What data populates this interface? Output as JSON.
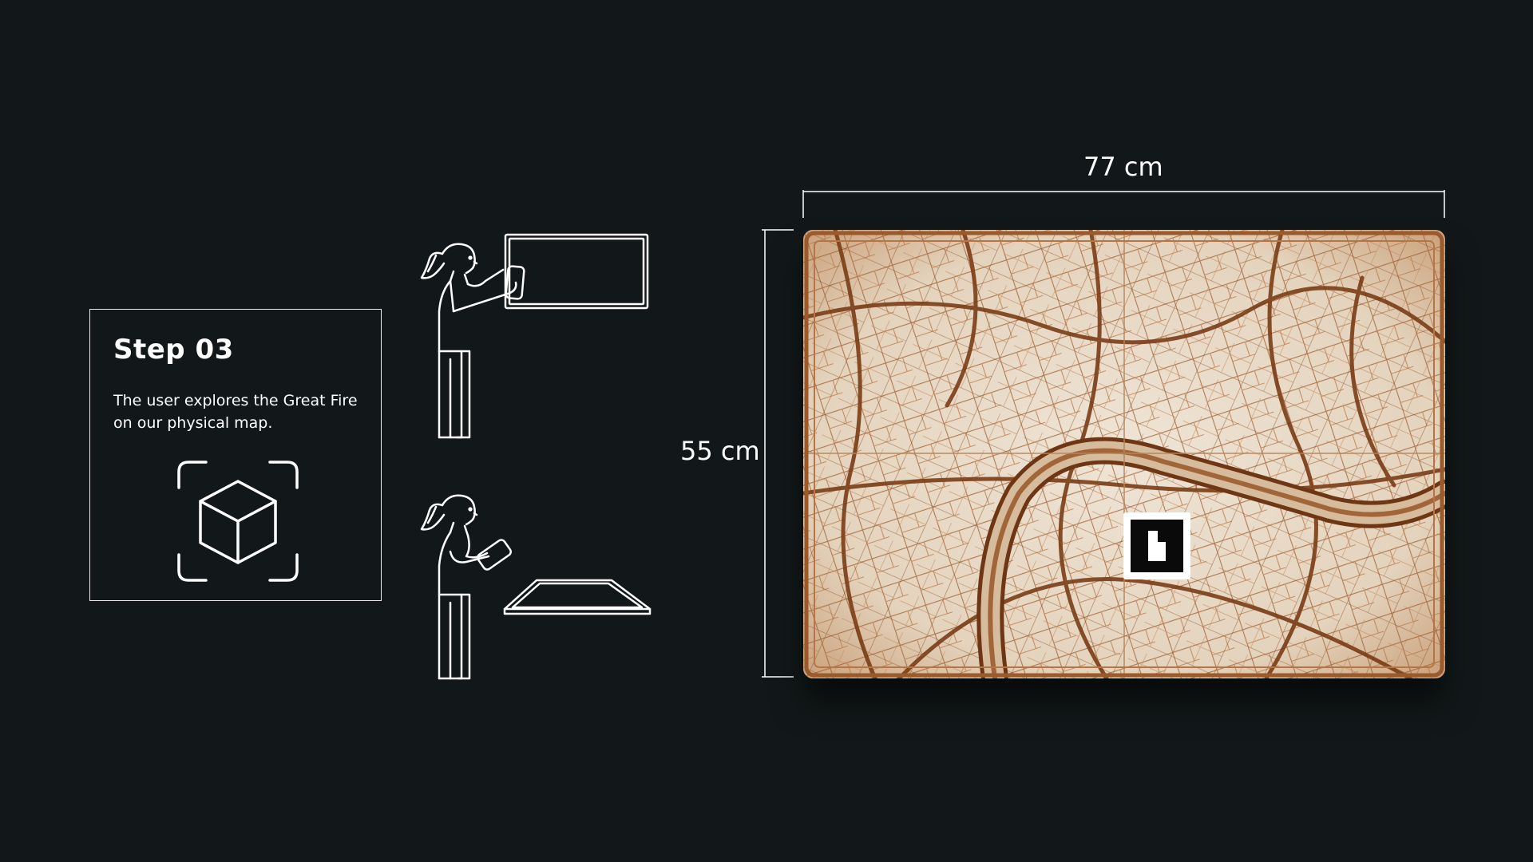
{
  "step": {
    "title": "Step 03",
    "description": "The user explores the Great Fire on our physical map.",
    "icon": "ar-cube-icon"
  },
  "dimensions": {
    "width_label": "77 cm",
    "height_label": "55 cm"
  },
  "illustrations": {
    "figure_1": "person-scanning-wall-map-icon",
    "figure_2": "person-scanning-table-map-icon"
  },
  "map": {
    "marker_icon": "ar-marker-icon"
  },
  "colors": {
    "background": "#121819",
    "line": "#ffffff",
    "wood": "#e8d8c4",
    "burn": "#8a4a1f"
  }
}
